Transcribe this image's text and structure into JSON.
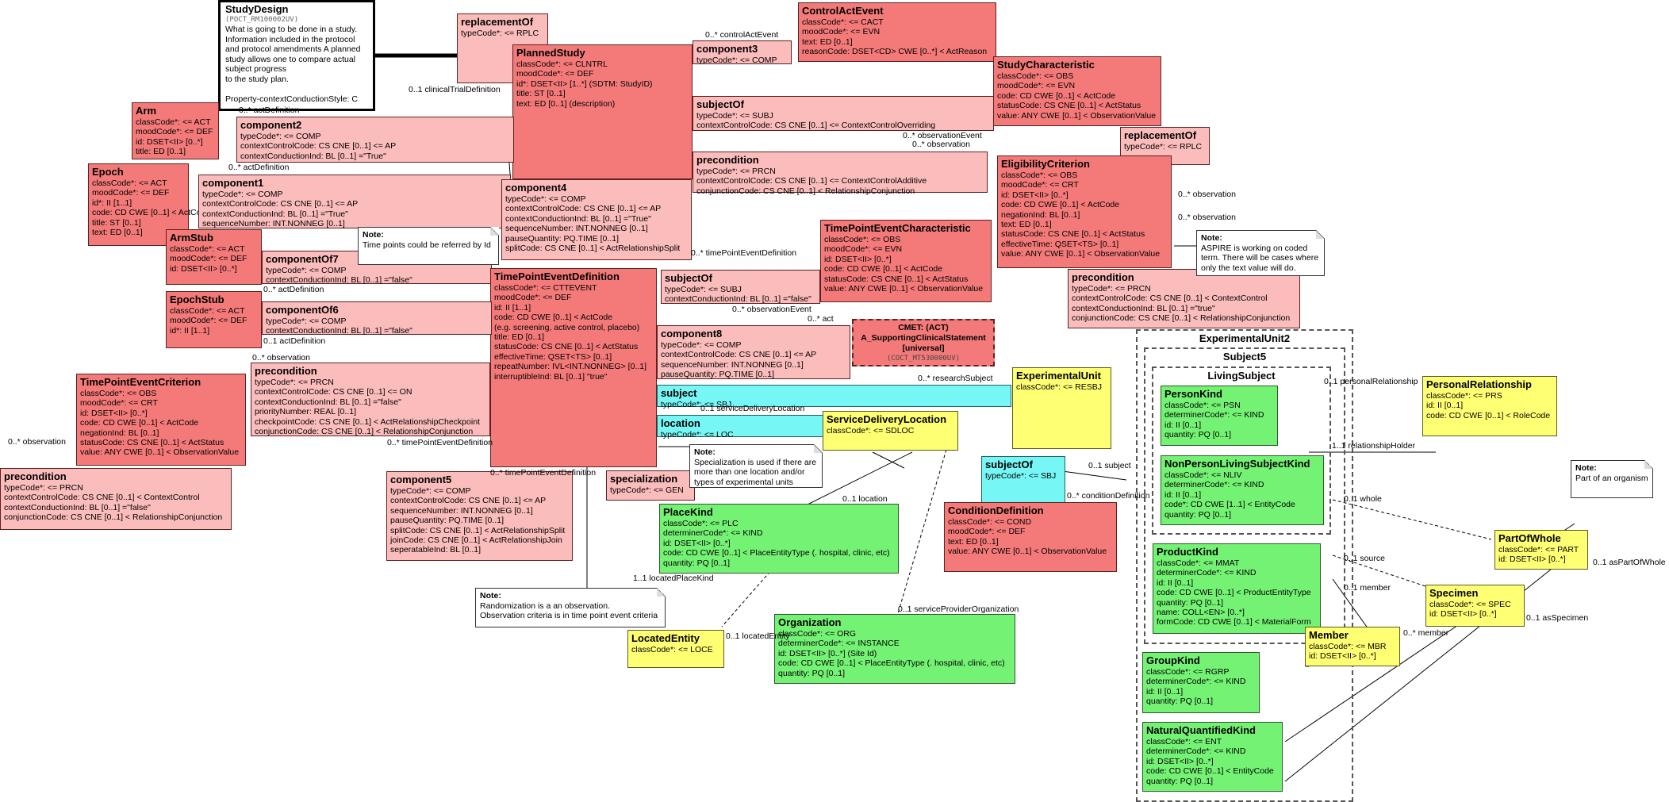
{
  "study_design": {
    "title": "StudyDesign",
    "code": "(POCT_RM100002UV)",
    "description": [
      "What is going to be done in a study.",
      "  Information included in the protocol",
      "  and protocol amendments A planned",
      "  study allows one to compare actual",
      "  subject progress",
      "to the study plan.",
      "",
      "Property-contextConductionStyle: C"
    ]
  },
  "cmet": {
    "line1": "CMET: (ACT)",
    "line2": "A_SupportingClinicalStatement",
    "line3": "[universal]",
    "code": "(COCT_MT530000UV)"
  },
  "classes": {
    "replacementOf1": {
      "title": "replacementOf",
      "attrs": [
        "typeCode*: <= RPLC"
      ]
    },
    "controlActEvent": {
      "title": "ControlActEvent",
      "attrs": [
        "classCode*: <= CACT",
        "moodCode*: <= EVN",
        "text: ED [0..1]",
        "reasonCode: DSET<CD> CWE [0..*] < ActReason"
      ]
    },
    "plannedStudy": {
      "title": "PlannedStudy",
      "attrs": [
        "classCode*: <= CLNTRL",
        "moodCode*: <= DEF",
        "id*: DSET<II> [1..*] (SDTM: StudyID)",
        "title: ST [0..1]",
        "text: ED [0..1] (description)"
      ]
    },
    "component3": {
      "title": "component3",
      "attrs": [
        "typeCode*: <= COMP"
      ]
    },
    "studyCharacteristic": {
      "title": "StudyCharacteristic",
      "attrs": [
        "classCode*: <= OBS",
        "moodCode*: <= EVN",
        "code: CD CWE [0..1] < ActCode",
        "statusCode: CS CNE [0..1] < ActStatus",
        "value: ANY CWE [0..1] < ObservationValue"
      ]
    },
    "arm": {
      "title": "Arm",
      "attrs": [
        "classCode*: <= ACT",
        "moodCode*: <= DEF",
        "id: DSET<II> [0..*]",
        "title: ED [0..1]"
      ]
    },
    "component2": {
      "title": "component2",
      "attrs": [
        "typeCode*: <= COMP",
        "contextControlCode: CS CNE [0..1] <= AP",
        "contextConductionInd: BL [0..1] =\"True\""
      ]
    },
    "subjectOf1": {
      "title": "subjectOf",
      "attrs": [
        "typeCode*: <= SUBJ",
        "contextControlCode: CS CNE [0..1] <= ContextControlOverriding"
      ]
    },
    "replacementOf2": {
      "title": "replacementOf",
      "attrs": [
        "typeCode*: <= RPLC"
      ]
    },
    "epoch": {
      "title": "Epoch",
      "attrs": [
        "classCode*: <= ACT",
        "moodCode*: <= DEF",
        "id*: II [1..1]",
        "code: CD CWE [0..1] < ActCode",
        "title: ST [0..1]",
        "text: ED [0..1]"
      ]
    },
    "component1": {
      "title": "component1",
      "attrs": [
        "typeCode*: <= COMP",
        "contextControlCode: CS CNE [0..1] <= AP",
        "contextConductionInd: BL [0..1] =\"True\"",
        "sequenceNumber: INT.NONNEG [0..1]"
      ]
    },
    "precondition1": {
      "title": "precondition",
      "attrs": [
        "typeCode*: <= PRCN",
        "contextControlCode: CS CNE [0..1] <= ContextControlAdditive",
        "conjunctionCode: CS CNE [0..1] < RelationshipConjunction"
      ]
    },
    "eligibilityCriterion": {
      "title": "EligibilityCriterion",
      "attrs": [
        "classCode*: <= OBS",
        "moodCode*: <= CRT",
        "id: DSET<II> [0..*]",
        "code: CD CWE [0..1] < ActCode",
        "negationInd: BL [0..1]",
        "text: ED [0..1]",
        "statusCode: CS CNE [0..1] < ActStatus",
        "effectiveTime: QSET<TS> [0..1]",
        "value: ANY CWE [0..1] < ObservationValue"
      ]
    },
    "component4": {
      "title": "component4",
      "attrs": [
        "typeCode*: <= COMP",
        "contextControlCode: CS CNE [0..1] <= AP",
        "contextConductionInd: BL [0..1] =\"True\"",
        "sequenceNumber: INT.NONNEG [0..1]",
        "pauseQuantity: PQ.TIME [0..1]",
        "splitCode: CS CNE [0..1] < ActRelationshipSplit"
      ]
    },
    "armStub": {
      "title": "ArmStub",
      "attrs": [
        "classCode*: <= ACT",
        "moodCode*: <= DEF",
        "id: DSET<II> [0..*]"
      ]
    },
    "componentOf7": {
      "title": "componentOf7",
      "attrs": [
        "typeCode*: <= COMP",
        "contextConductionInd: BL [0..1] =\"false\""
      ]
    },
    "timePointEventCharacteristic": {
      "title": "TimePointEventCharacteristic",
      "attrs": [
        "classCode*: <= OBS",
        "moodCode*: <= EVN",
        "id: DSET<II> [0..*]",
        "code: CD CWE [0..1] < ActCode",
        "statusCode: CS CNE [0..1] < ActStatus",
        "value: ANY CWE [0..1] < ObservationValue"
      ]
    },
    "timePointEventDefinition": {
      "title": "TimePointEventDefinition",
      "attrs": [
        "classCode*: <= CTTEVENT",
        "moodCode*: <= DEF",
        "id: II [1..1]",
        "code: CD CWE [0..1] < ActCode",
        " (e.g. screening, active control, placebo)",
        "title: ED [0..1]",
        "statusCode: CS CNE [0..1] < ActStatus",
        "effectiveTime: QSET<TS> [0..1]",
        "repeatNumber: IVL<INT.NONNEG> [0..1]",
        "interruptibleInd: BL [0..1] \"true\""
      ]
    },
    "subjectOf2": {
      "title": "subjectOf",
      "attrs": [
        "typeCode*: <= SUBJ",
        "contextConductionInd: BL [0..1] =\"false\""
      ]
    },
    "precondition2": {
      "title": "precondition",
      "attrs": [
        "typeCode*: <= PRCN",
        "contextControlCode: CS CNE [0..1] < ContextControl",
        "contextConductionInd: BL [0..1] =\"true\"",
        "conjunctionCode: CS CNE [0..1] < RelationshipConjunction"
      ]
    },
    "epochStub": {
      "title": "EpochStub",
      "attrs": [
        "classCode*: <= ACT",
        "moodCode*: <= DEF",
        "id*: II [1..1]"
      ]
    },
    "componentOf6": {
      "title": "componentOf6",
      "attrs": [
        "typeCode*: <= COMP",
        "contextConductionInd: BL [0..1] =\"false\""
      ]
    },
    "component8": {
      "title": "component8",
      "attrs": [
        "typeCode*: <= COMP",
        "contextControlCode: CS CNE [0..1] <= AP",
        "sequenceNumber: INT.NONNEG [0..1]",
        "pauseQuantity: PQ.TIME [0..1]"
      ]
    },
    "timePointEventCriterion": {
      "title": "TimePointEventCriterion",
      "attrs": [
        "classCode*: <= OBS",
        "moodCode*: <= CRT",
        "id: DSET<II> [0..*]",
        "code: CD CWE [0..1] < ActCode",
        "negationInd: BL [0..1]",
        "statusCode: CS CNE [0..1] < ActStatus",
        "value: ANY CWE [0..1] < ObservationValue"
      ]
    },
    "precondition3": {
      "title": "precondition",
      "attrs": [
        "typeCode*: <= PRCN",
        "contextControlCode: CS CNE [0..1] <= ON",
        "contextConductionInd: BL [0..1] =\"false\"",
        "priorityNumber: REAL [0..1]",
        "checkpointCode: CS CNE [0..1] < ActRelationshipCheckpoint",
        "conjunctionCode: CS CNE [0..1] < RelationshipConjunction"
      ]
    },
    "precondition4": {
      "title": "precondition",
      "attrs": [
        "typeCode*: <= PRCN",
        "contextControlCode: CS CNE [0..1] < ContextControl",
        "contextConductionInd: BL [0..1] =\"false\"",
        "conjunctionCode: CS CNE [0..1] < RelationshipConjunction"
      ]
    },
    "subject": {
      "title": "subject",
      "attrs": [
        "typeCode*: <= SBJ"
      ]
    },
    "experimentalUnit": {
      "title": "ExperimentalUnit",
      "attrs": [
        "classCode*: <= RESBJ"
      ]
    },
    "location": {
      "title": "location",
      "attrs": [
        "typeCode*: <= LOC"
      ]
    },
    "serviceDeliveryLocation": {
      "title": "ServiceDeliveryLocation",
      "attrs": [
        "classCode*: <= SDLOC"
      ]
    },
    "subjectOf3": {
      "title": "subjectOf",
      "attrs": [
        "typeCode*: <= SBJ"
      ]
    },
    "specialization": {
      "title": "specialization",
      "attrs": [
        "typeCode*: <= GEN"
      ]
    },
    "component5": {
      "title": "component5",
      "attrs": [
        "typeCode*: <= COMP",
        "contextControlCode: CS CNE [0..1] <= AP",
        "sequenceNumber: INT.NONNEG [0..1]",
        "pauseQuantity: PQ.TIME [0..1]",
        "splitCode: CS CNE [0..1] < ActRelationshipSplit",
        "joinCode: CS CNE [0..1] < ActRelationshipJoin",
        "seperatableInd: BL [0..1]"
      ]
    },
    "placeKind": {
      "title": "PlaceKind",
      "attrs": [
        "classCode*: <= PLC",
        "determinerCode*: <= KIND",
        "id: DSET<II> [0..*]",
        "code: CD CWE [0..1] < PlaceEntityType (. hospital, clinic, etc)",
        "quantity: PQ [0..1]"
      ]
    },
    "conditionDefinition": {
      "title": "ConditionDefinition",
      "attrs": [
        "classCode*: <= COND",
        "moodCode*: <= DEF",
        "text: ED [0..1]",
        "value: ANY CWE [0..1] < ObservationValue"
      ]
    },
    "locatedEntity": {
      "title": "LocatedEntity",
      "attrs": [
        "classCode*: <= LOCE"
      ]
    },
    "organization": {
      "title": "Organization",
      "attrs": [
        "classCode*: <= ORG",
        "determinerCode*: <= INSTANCE",
        "id: DSET<II> [0..*] (Site Id)",
        "code: CD CWE [0..1] < PlaceEntityType (. hospital, clinic, etc)",
        "quantity: PQ [0..1]"
      ]
    },
    "personKind": {
      "title": "PersonKind",
      "attrs": [
        "classCode*: <= PSN",
        "determinerCode*: <= KIND",
        "id: II [0..1]",
        "quantity: PQ [0..1]"
      ]
    },
    "nonPersonLivingSubjectKind": {
      "title": "NonPersonLivingSubjectKind",
      "attrs": [
        "classCode*: <= NLIV",
        "determinerCode*: <= KIND",
        "id: II [0..1]",
        "code*: CD CWE [1..1] < EntityCode",
        "quantity: PQ [0..1]"
      ]
    },
    "productKind": {
      "title": "ProductKind",
      "attrs": [
        "classCode*: <= MMAT",
        "determinerCode*: <= KIND",
        "id: II [0..1]",
        "code: CD CWE [0..1] < ProductEntityType",
        "quantity: PQ [0..1]",
        "name: COLL<EN> [0..*]",
        "formCode: CD CWE [0..1] < MaterialForm"
      ]
    },
    "groupKind": {
      "title": "GroupKind",
      "attrs": [
        "classCode*: <= RGRP",
        "determinerCode*: <= KIND",
        "id: II [0..1]",
        "quantity: PQ [0..1]"
      ]
    },
    "naturalQuantifiedKind": {
      "title": "NaturalQuantifiedKind",
      "attrs": [
        "classCode*: <= ENT",
        "determinerCode*: <= KIND",
        "id: DSET<II> [0..*]",
        "code: CD CWE [0..1] < EntityCode",
        "quantity: PQ [0..1]"
      ]
    },
    "personalRelationship": {
      "title": "PersonalRelationship",
      "attrs": [
        "classCode*: <= PRS",
        "id: II [0..1]",
        "code: CD CWE [0..1] < RoleCode"
      ]
    },
    "partOfWhole": {
      "title": "PartOfWhole",
      "attrs": [
        "classCode*: <= PART",
        "id: DSET<II> [0..*]"
      ]
    },
    "specimen": {
      "title": "Specimen",
      "attrs": [
        "classCode*: <= SPEC",
        "id: DSET<II> [0..*]"
      ]
    },
    "member": {
      "title": "Member",
      "attrs": [
        "classCode*: <= MBR",
        "id: DSET<II> [0..*]"
      ]
    }
  },
  "notes": {
    "timePoints": {
      "title": "Note:",
      "lines": [
        "Time points could be referred by Id"
      ]
    },
    "aspire": {
      "title": "Note:",
      "lines": [
        "ASPIRE is working on coded",
        "term. There will be cases where",
        "only the text value will do."
      ]
    },
    "specialization": {
      "title": "Note:",
      "lines": [
        "Specialization is used if there are",
        "more than one location and/or",
        "types of experimental units"
      ]
    },
    "randomization": {
      "title": "Note:",
      "lines": [
        "Randomization is a an observation.",
        "Observation criteria is in time point event criteria"
      ]
    },
    "organism": {
      "title": "Note:",
      "lines": [
        "Part of an organism"
      ]
    }
  },
  "frames": {
    "experimentalUnit2": "ExperimentalUnit2",
    "subject5": "Subject5",
    "livingSubject": "LivingSubject"
  },
  "labels": {
    "l1": "0..* controlActEvent",
    "l2": "0..1 clinicalTrialDefinition",
    "l3": "0..* actDefinition",
    "l4": "0..* actDefinition",
    "l5": "0..* observationEvent",
    "l6": "0..* observation",
    "l7": "0..* observation",
    "l8": "0..* observation",
    "l9": "0..* timePointEventDefinition",
    "l10": "0..* actDefinition",
    "l11": "0..* observationEvent",
    "l12": "0..1 actDefinition",
    "l13": "0..* act",
    "l14": "0..* observation",
    "l15": "0..* researchSubject",
    "l16": "0..* timePointEventDefinition",
    "l17": "0..* observation",
    "l18": "0..1 serviceDeliveryLocation",
    "l19": "0..1 location",
    "l20": "0..* timePointEventDefinition",
    "l21": "0..1 subject",
    "l22": "0..* conditionDefinition",
    "l23": "1..1 locatedPlaceKind",
    "l24": "0..1 locatedEntity",
    "l25": "0..1 serviceProviderOrganization",
    "l26": "0..1 personalRelationship",
    "l27": "1..1 relationshipHolder",
    "l28": "0..1 whole",
    "l29": "0..1 source",
    "l30": "0..1 member",
    "l31": "0..* member",
    "l32": "0..1 asPartOfWhole",
    "l33": "0..1 asSpecimen"
  },
  "colors": {
    "act": "#f47a7a",
    "relationship": "#fbbcbc",
    "entity": "#74f274",
    "role": "#ffff73",
    "participation": "#77f6f6"
  }
}
